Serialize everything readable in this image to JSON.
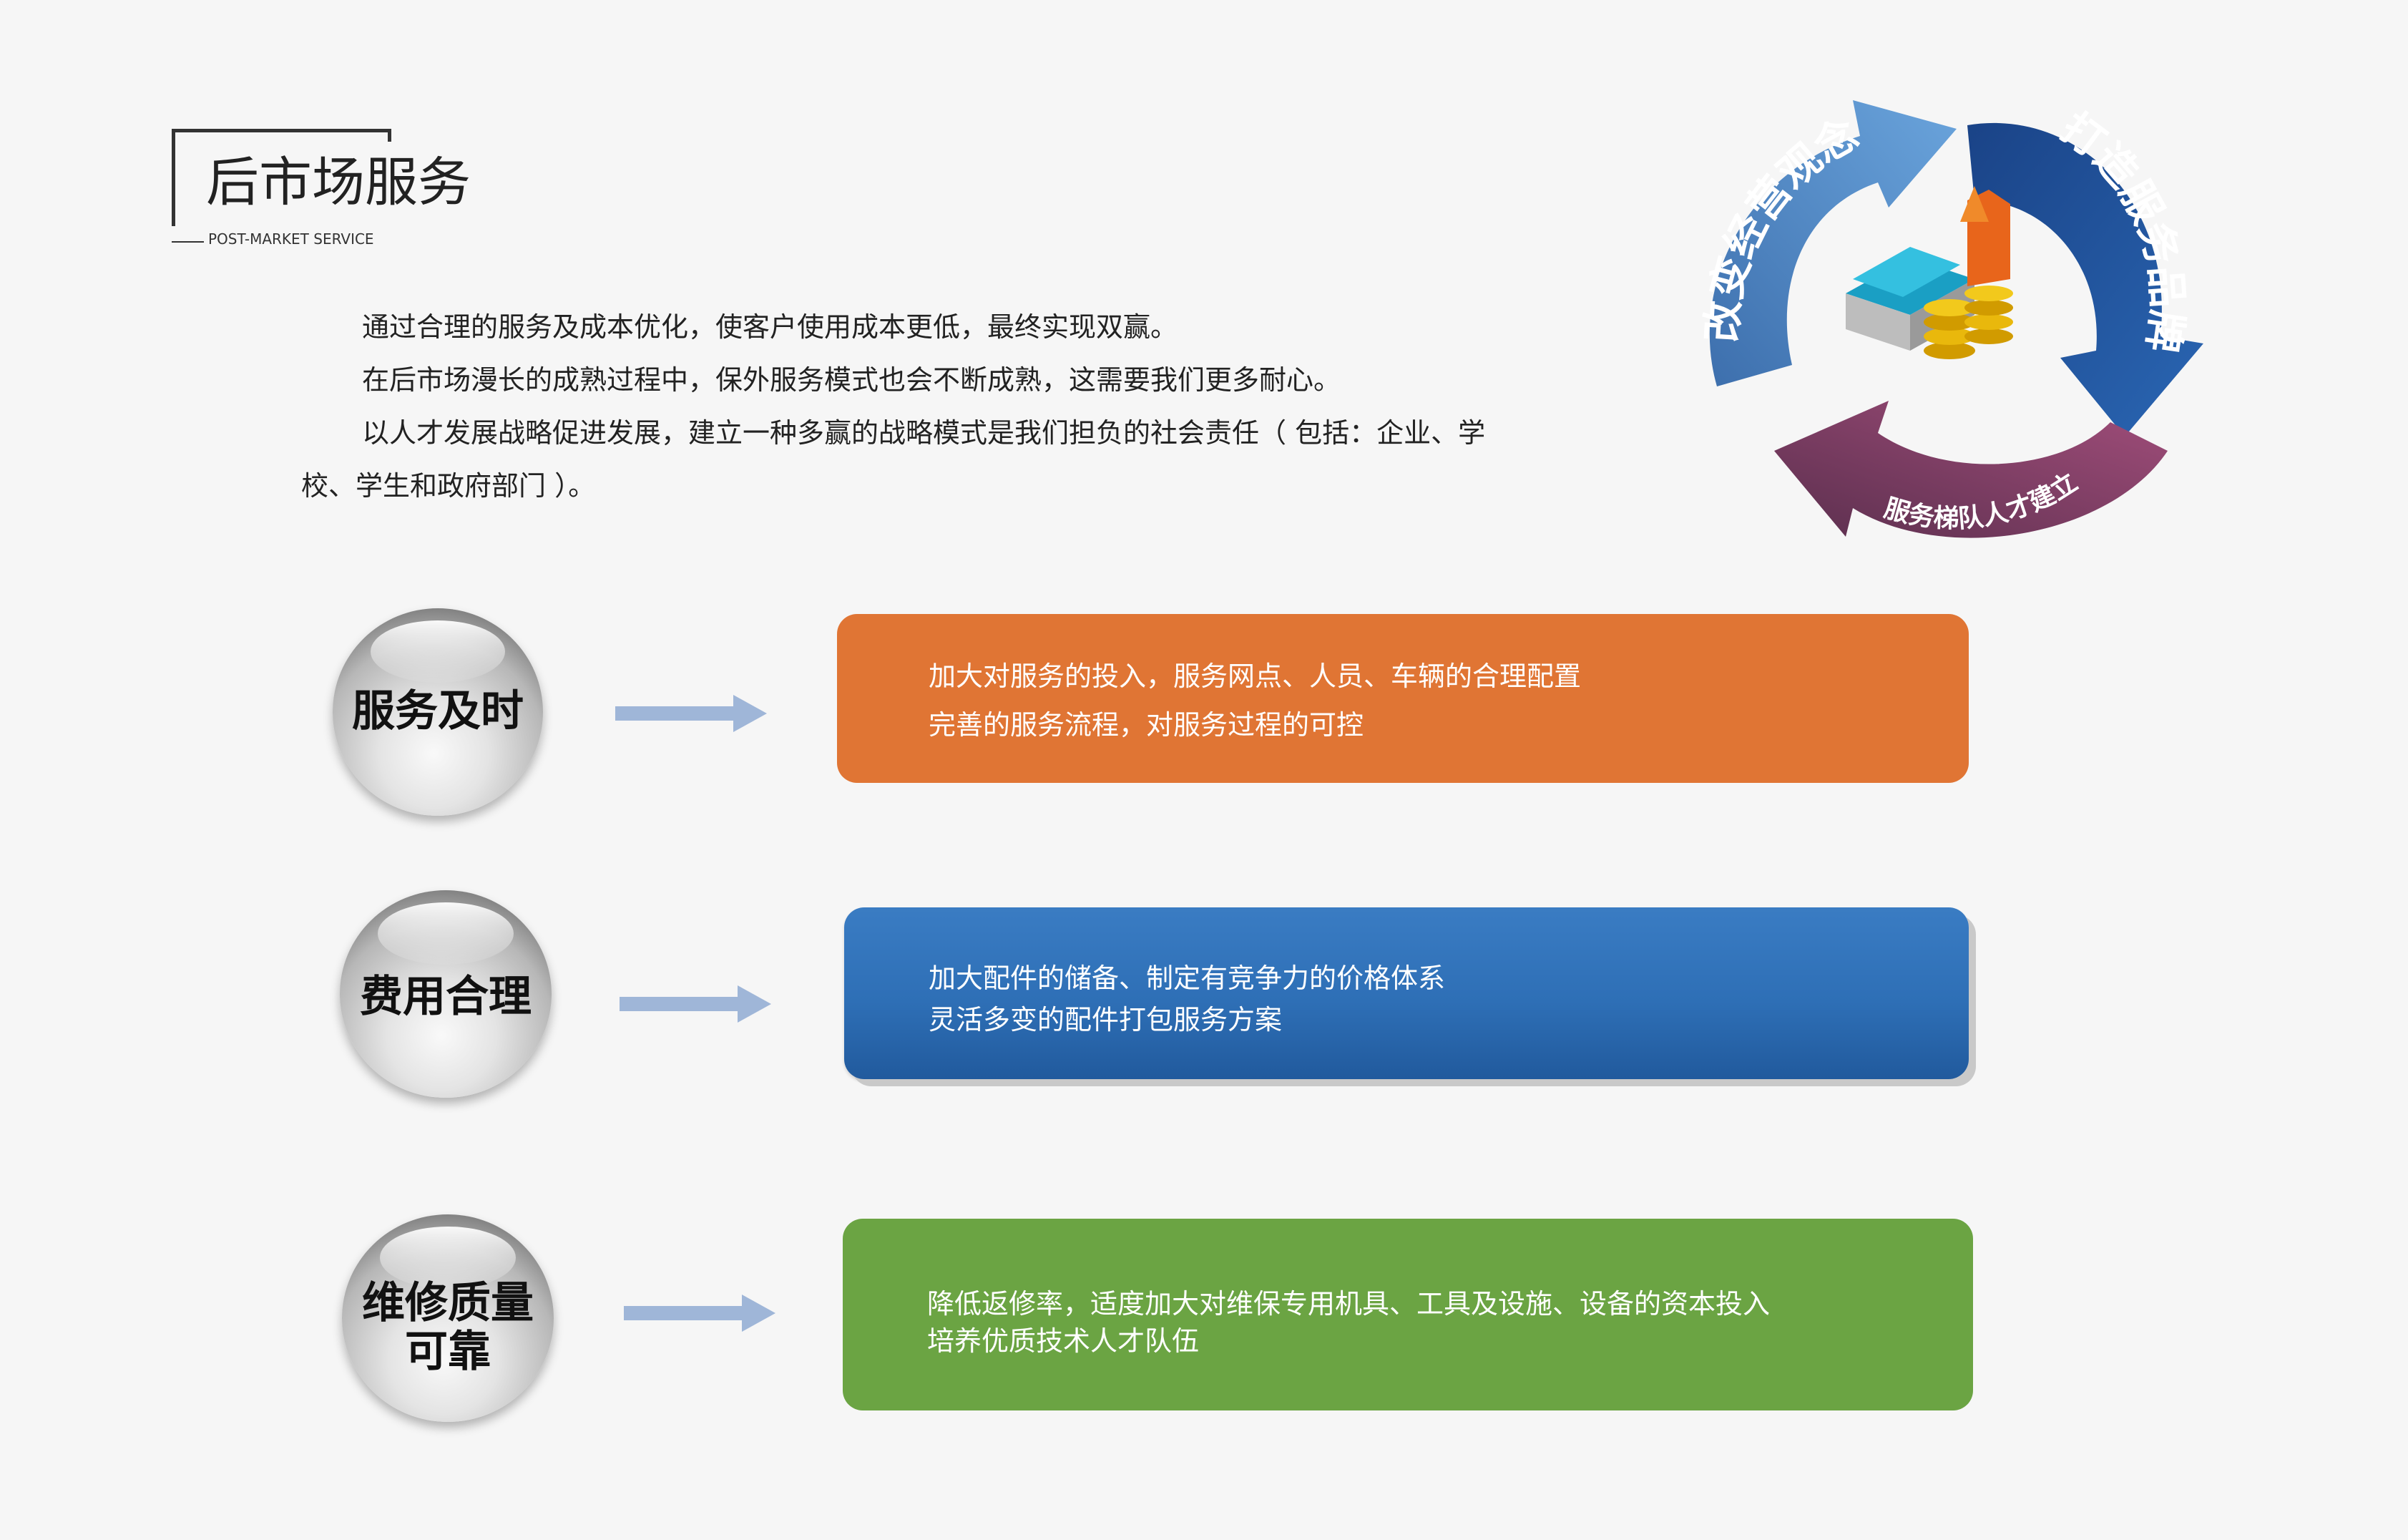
{
  "header": {
    "title": "后市场服务",
    "subtitle": "POST-MARKET SERVICE"
  },
  "intro": {
    "p1": "通过合理的服务及成本优化，使客户使用成本更低，最终实现双赢。",
    "p2": "在后市场漫长的成熟过程中，保外服务模式也会不断成熟，这需要我们更多耐心。",
    "p3a": "以人才发展战略促进发展，建立一种多赢的战略模式是我们担负的社会责任（ 包括：企业、学",
    "p3b": "校、学生和政府部门 ）。"
  },
  "cycle": {
    "segments": [
      {
        "label": "改变经营观念",
        "color": "#4a87c4"
      },
      {
        "label": "打造服务品牌",
        "color": "#1d4f93"
      },
      {
        "label": "服务梯队人才建立",
        "color": "#7b3c62"
      }
    ],
    "center_icon": "money-coins-icon"
  },
  "rows": [
    {
      "circle_lines": [
        "服务及时"
      ],
      "lines": [
        "加大对服务的投入，服务网点、人员、车辆的合理配置",
        "完善的服务流程，对服务过程的可控"
      ],
      "color": "#e07534"
    },
    {
      "circle_lines": [
        "费用合理"
      ],
      "lines": [
        "加大配件的储备、制定有竞争力的价格体系",
        "灵活多变的配件打包服务方案"
      ],
      "color": "#2e6fb6"
    },
    {
      "circle_lines": [
        "维修质量",
        "可靠"
      ],
      "lines": [
        "降低返修率，适度加大对维保专用机具、工具及设施、设备的资本投入",
        "培养优质技术人才队伍"
      ],
      "color": "#6ba443"
    }
  ]
}
